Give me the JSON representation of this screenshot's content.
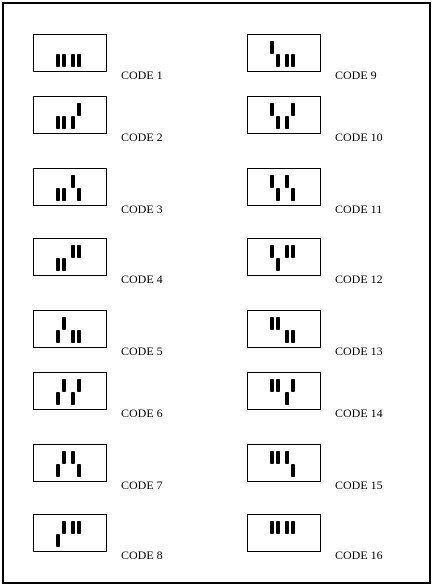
{
  "codes": [
    {
      "label": "CODE 1",
      "pattern": [
        1,
        1,
        1,
        1
      ]
    },
    {
      "label": "CODE 2",
      "pattern": [
        1,
        1,
        1,
        0
      ]
    },
    {
      "label": "CODE 3",
      "pattern": [
        1,
        1,
        0,
        1
      ]
    },
    {
      "label": "CODE 4",
      "pattern": [
        1,
        1,
        0,
        0
      ]
    },
    {
      "label": "CODE 5",
      "pattern": [
        1,
        0,
        1,
        1
      ]
    },
    {
      "label": "CODE 6",
      "pattern": [
        1,
        0,
        1,
        0
      ]
    },
    {
      "label": "CODE 7",
      "pattern": [
        1,
        0,
        0,
        1
      ]
    },
    {
      "label": "CODE 8",
      "pattern": [
        1,
        0,
        0,
        0
      ]
    },
    {
      "label": "CODE 9",
      "pattern": [
        0,
        1,
        1,
        1
      ]
    },
    {
      "label": "CODE 10",
      "pattern": [
        0,
        1,
        1,
        0
      ]
    },
    {
      "label": "CODE 11",
      "pattern": [
        0,
        1,
        0,
        1
      ]
    },
    {
      "label": "CODE 12",
      "pattern": [
        0,
        1,
        0,
        0
      ]
    },
    {
      "label": "CODE 13",
      "pattern": [
        0,
        0,
        1,
        1
      ]
    },
    {
      "label": "CODE 14",
      "pattern": [
        0,
        0,
        1,
        0
      ]
    },
    {
      "label": "CODE 15",
      "pattern": [
        0,
        0,
        0,
        1
      ]
    },
    {
      "label": "CODE 16",
      "pattern": [
        0,
        0,
        0,
        0
      ]
    }
  ]
}
